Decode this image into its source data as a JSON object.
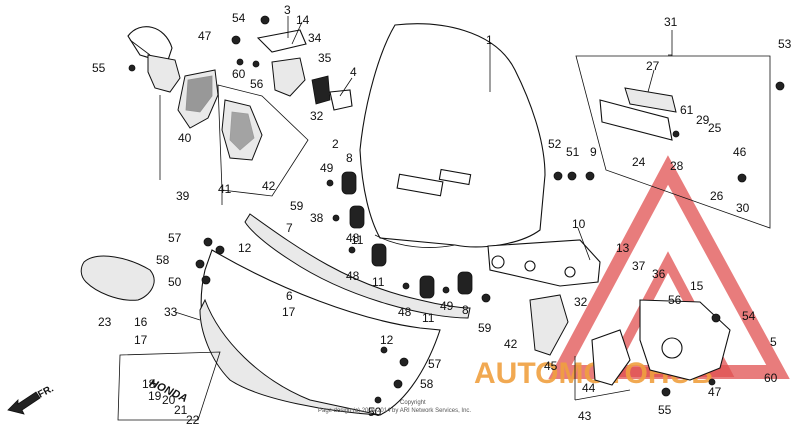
{
  "watermark": {
    "text": "AUTOMOTOHUB",
    "color": "#f0a040",
    "triangle_color": "#e05050"
  },
  "copyright": {
    "line1": "Copyright",
    "line2": "Page design (c) 2004-2014 by ARI Network Services, Inc."
  },
  "decal_text": "HONDA",
  "direction_label": "FR.",
  "callouts": [
    {
      "key": "c1",
      "label": "1"
    },
    {
      "key": "c2",
      "label": "2"
    },
    {
      "key": "c3",
      "label": "3"
    },
    {
      "key": "c4",
      "label": "4"
    },
    {
      "key": "c5",
      "label": "5"
    },
    {
      "key": "c6",
      "label": "6"
    },
    {
      "key": "c7",
      "label": "7"
    },
    {
      "key": "c8",
      "label": "8"
    },
    {
      "key": "c8b",
      "label": "8"
    },
    {
      "key": "c9",
      "label": "9"
    },
    {
      "key": "c10",
      "label": "10"
    },
    {
      "key": "c11a",
      "label": "11"
    },
    {
      "key": "c11b",
      "label": "11"
    },
    {
      "key": "c11c",
      "label": "11"
    },
    {
      "key": "c12a",
      "label": "12"
    },
    {
      "key": "c12b",
      "label": "12"
    },
    {
      "key": "c13",
      "label": "13"
    },
    {
      "key": "c14",
      "label": "14"
    },
    {
      "key": "c15",
      "label": "15"
    },
    {
      "key": "c16",
      "label": "16"
    },
    {
      "key": "c17a",
      "label": "17"
    },
    {
      "key": "c17b",
      "label": "17"
    },
    {
      "key": "c18",
      "label": "18"
    },
    {
      "key": "c19",
      "label": "19"
    },
    {
      "key": "c20",
      "label": "20"
    },
    {
      "key": "c21",
      "label": "21"
    },
    {
      "key": "c22",
      "label": "22"
    },
    {
      "key": "c23",
      "label": "23"
    },
    {
      "key": "c24",
      "label": "24"
    },
    {
      "key": "c25",
      "label": "25"
    },
    {
      "key": "c26",
      "label": "26"
    },
    {
      "key": "c27",
      "label": "27"
    },
    {
      "key": "c28",
      "label": "28"
    },
    {
      "key": "c29",
      "label": "29"
    },
    {
      "key": "c30",
      "label": "30"
    },
    {
      "key": "c31",
      "label": "31"
    },
    {
      "key": "c32a",
      "label": "32"
    },
    {
      "key": "c32b",
      "label": "32"
    },
    {
      "key": "c33",
      "label": "33"
    },
    {
      "key": "c34",
      "label": "34"
    },
    {
      "key": "c35",
      "label": "35"
    },
    {
      "key": "c36",
      "label": "36"
    },
    {
      "key": "c37",
      "label": "37"
    },
    {
      "key": "c38",
      "label": "38"
    },
    {
      "key": "c39",
      "label": "39"
    },
    {
      "key": "c40",
      "label": "40"
    },
    {
      "key": "c41",
      "label": "41"
    },
    {
      "key": "c42a",
      "label": "42"
    },
    {
      "key": "c42b",
      "label": "42"
    },
    {
      "key": "c43",
      "label": "43"
    },
    {
      "key": "c44",
      "label": "44"
    },
    {
      "key": "c45",
      "label": "45"
    },
    {
      "key": "c46",
      "label": "46"
    },
    {
      "key": "c47a",
      "label": "47"
    },
    {
      "key": "c47b",
      "label": "47"
    },
    {
      "key": "c48a",
      "label": "48"
    },
    {
      "key": "c48b",
      "label": "48"
    },
    {
      "key": "c48c",
      "label": "48"
    },
    {
      "key": "c49a",
      "label": "49"
    },
    {
      "key": "c49b",
      "label": "49"
    },
    {
      "key": "c50a",
      "label": "50"
    },
    {
      "key": "c50b",
      "label": "50"
    },
    {
      "key": "c51",
      "label": "51"
    },
    {
      "key": "c52",
      "label": "52"
    },
    {
      "key": "c53",
      "label": "53"
    },
    {
      "key": "c54a",
      "label": "54"
    },
    {
      "key": "c54b",
      "label": "54"
    },
    {
      "key": "c55a",
      "label": "55"
    },
    {
      "key": "c55b",
      "label": "55"
    },
    {
      "key": "c56a",
      "label": "56"
    },
    {
      "key": "c56b",
      "label": "56"
    },
    {
      "key": "c57a",
      "label": "57"
    },
    {
      "key": "c57b",
      "label": "57"
    },
    {
      "key": "c58a",
      "label": "58"
    },
    {
      "key": "c58b",
      "label": "58"
    },
    {
      "key": "c59a",
      "label": "59"
    },
    {
      "key": "c59b",
      "label": "59"
    },
    {
      "key": "c60a",
      "label": "60"
    },
    {
      "key": "c60b",
      "label": "60"
    },
    {
      "key": "c61",
      "label": "61"
    }
  ]
}
